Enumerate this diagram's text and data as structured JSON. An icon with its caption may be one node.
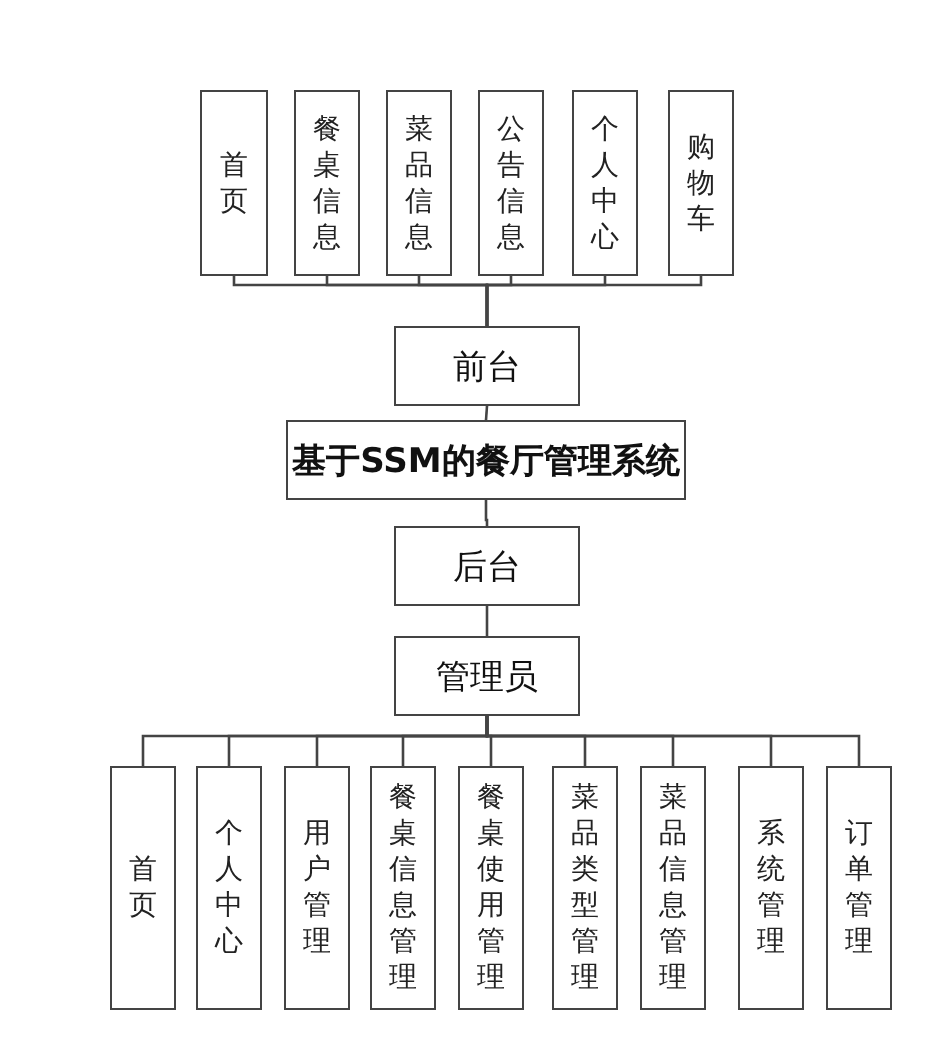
{
  "diagram": {
    "nodes": [
      {
        "text": [
          "首页"
        ]
      },
      {
        "text": [
          "餐桌信息"
        ]
      },
      {
        "text": [
          "菜品信息"
        ]
      },
      {
        "text": [
          "公告信息"
        ]
      },
      {
        "text": [
          "个人中心"
        ]
      },
      {
        "text": [
          "购物车"
        ]
      },
      {
        "text": [
          "前台"
        ]
      },
      {
        "text": [
          "基于SSM的餐厅管理系统"
        ]
      },
      {
        "text": [
          "后台"
        ]
      },
      {
        "text": [
          "管理员"
        ]
      },
      {
        "text": [
          "首页"
        ]
      },
      {
        "text": [
          "个人中心"
        ]
      },
      {
        "text": [
          "用户管理"
        ]
      },
      {
        "text": [
          "餐桌信息管理"
        ]
      },
      {
        "text": [
          "餐桌使用管理"
        ]
      },
      {
        "text": [
          "菜品类型管理"
        ]
      },
      {
        "text": [
          "菜品信息管理"
        ]
      },
      {
        "text": [
          "系统管理"
        ]
      },
      {
        "text": [
          "订单管理"
        ]
      }
    ],
    "edges": [
      {
        "from": 6,
        "to": 0,
        "arrow": "none"
      },
      {
        "from": 6,
        "to": 1,
        "arrow": "none"
      },
      {
        "from": 6,
        "to": 2,
        "arrow": "none"
      },
      {
        "from": 6,
        "to": 3,
        "arrow": "none"
      },
      {
        "from": 6,
        "to": 4,
        "arrow": "none"
      },
      {
        "from": 6,
        "to": 5,
        "arrow": "none"
      },
      {
        "from": 6,
        "to": 7,
        "arrow": "none"
      },
      {
        "from": 7,
        "to": 8,
        "arrow": "none"
      },
      {
        "from": 8,
        "to": 9,
        "arrow": "none"
      },
      {
        "from": 9,
        "to": 10,
        "arrow": "none"
      },
      {
        "from": 9,
        "to": 11,
        "arrow": "none"
      },
      {
        "from": 9,
        "to": 12,
        "arrow": "none"
      },
      {
        "from": 9,
        "to": 13,
        "arrow": "none"
      },
      {
        "from": 9,
        "to": 14,
        "arrow": "none"
      },
      {
        "from": 9,
        "to": 15,
        "arrow": "none"
      },
      {
        "from": 9,
        "to": 16,
        "arrow": "none"
      },
      {
        "from": 9,
        "to": 17,
        "arrow": "none"
      },
      {
        "from": 9,
        "to": 18,
        "arrow": "none"
      }
    ]
  }
}
